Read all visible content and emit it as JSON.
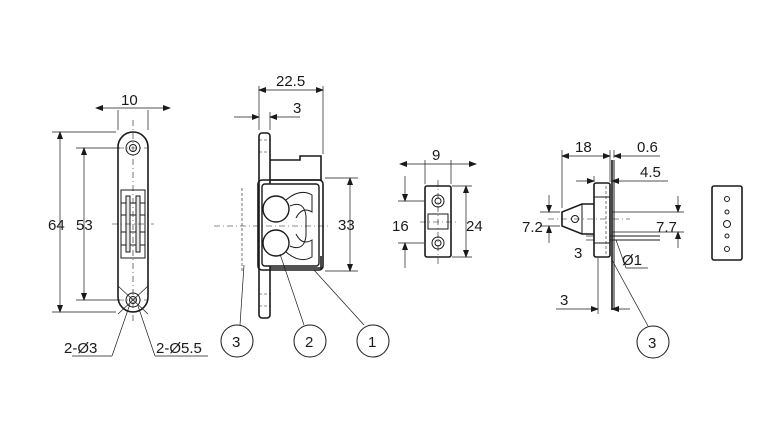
{
  "dimensions": {
    "front_width": "10",
    "front_height_total": "64",
    "front_hole_pitch": "53",
    "small_hole_diameter": "2-Ø3",
    "counterbore_diameter": "2-Ø5.5",
    "side_width_total": "22.5",
    "side_plate_thickness": "3",
    "side_body_height": "33",
    "back_width": "9",
    "back_hole_pitch": "16",
    "back_height": "24",
    "right_width": "18",
    "right_gap": "0.6",
    "right_offset": "4.5",
    "right_tip_height": "7.2",
    "right_body_height": "7.7",
    "right_small_gap": "3",
    "right_pin_diameter": "Ø1",
    "right_bottom": "3"
  },
  "callouts": {
    "c1": "1",
    "c2": "2",
    "c3_left": "3",
    "c3_right": "3"
  }
}
